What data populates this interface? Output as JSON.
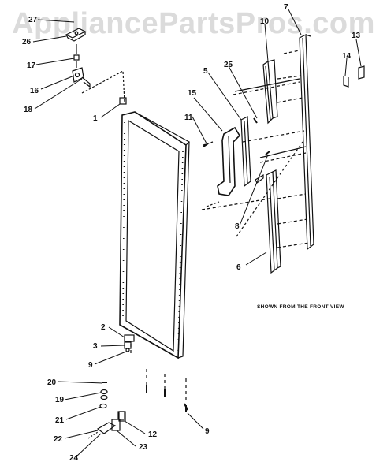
{
  "watermark": "AppliancePartsPros.com",
  "note": "SHOWN FROM THE FRONT VIEW",
  "callouts": {
    "c1": "1",
    "c2": "2",
    "c3": "3",
    "c5": "5",
    "c6": "6",
    "c7": "7",
    "c8": "8",
    "c9a": "9",
    "c9b": "9",
    "c10": "10",
    "c11": "11",
    "c12": "12",
    "c13": "13",
    "c14": "14",
    "c15": "15",
    "c16": "16",
    "c17": "17",
    "c18": "18",
    "c19": "19",
    "c20": "20",
    "c21": "21",
    "c22": "22",
    "c23": "23",
    "c24": "24",
    "c25": "25",
    "c26": "26",
    "c27": "27"
  },
  "colors": {
    "ink": "#111111",
    "watermark": "#bebebe"
  }
}
